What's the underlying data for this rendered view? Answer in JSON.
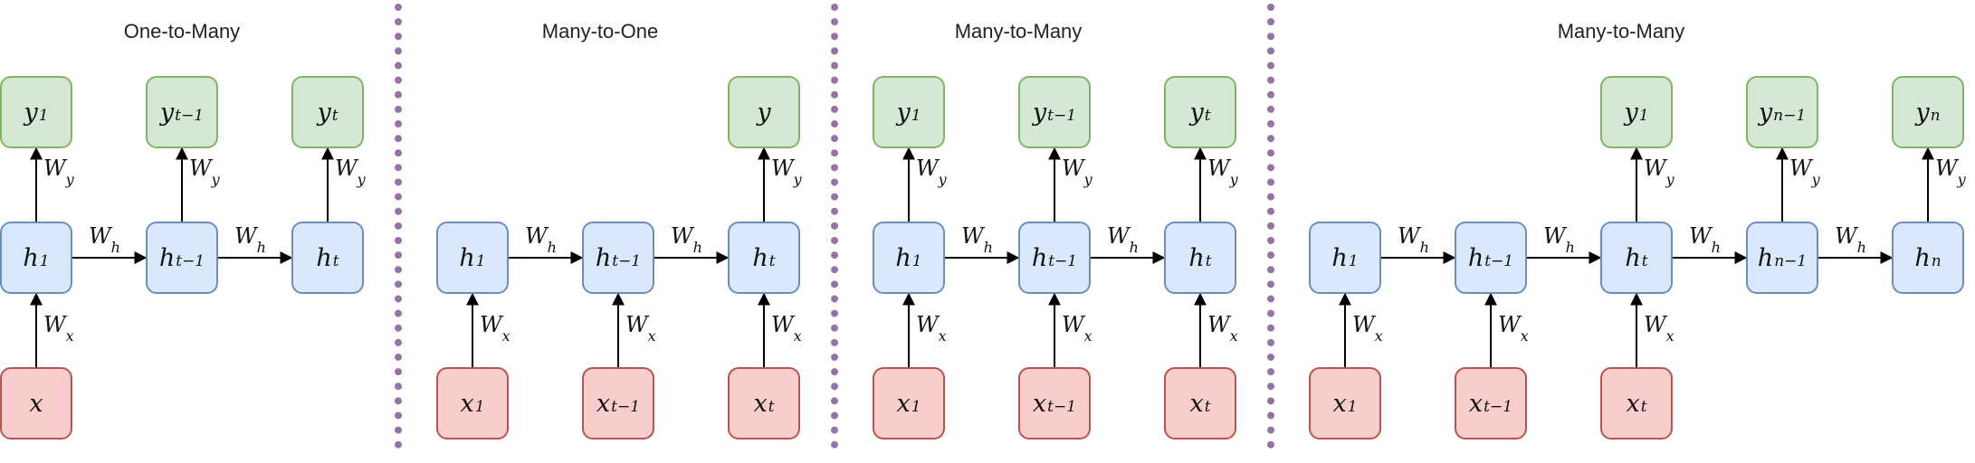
{
  "panels": [
    {
      "title": "One-to-Many",
      "outputs": [
        {
          "base": "y",
          "sub": "1",
          "col": 0
        },
        {
          "base": "y",
          "sub": "t−1",
          "col": 1
        },
        {
          "base": "y",
          "sub": "t",
          "col": 2
        }
      ],
      "hidden": [
        {
          "base": "h",
          "sub": "1",
          "col": 0
        },
        {
          "base": "h",
          "sub": "t−1",
          "col": 1
        },
        {
          "base": "h",
          "sub": "t",
          "col": 2
        }
      ],
      "inputs": [
        {
          "base": "x",
          "sub": "",
          "col": 0
        }
      ]
    },
    {
      "title": "Many-to-One",
      "outputs": [
        {
          "base": "y",
          "sub": "",
          "col": 2
        }
      ],
      "hidden": [
        {
          "base": "h",
          "sub": "1",
          "col": 0
        },
        {
          "base": "h",
          "sub": "t−1",
          "col": 1
        },
        {
          "base": "h",
          "sub": "t",
          "col": 2
        }
      ],
      "inputs": [
        {
          "base": "x",
          "sub": "1",
          "col": 0
        },
        {
          "base": "x",
          "sub": "t−1",
          "col": 1
        },
        {
          "base": "x",
          "sub": "t",
          "col": 2
        }
      ]
    },
    {
      "title": "Many-to-Many",
      "outputs": [
        {
          "base": "y",
          "sub": "1",
          "col": 0
        },
        {
          "base": "y",
          "sub": "t−1",
          "col": 1
        },
        {
          "base": "y",
          "sub": "t",
          "col": 2
        }
      ],
      "hidden": [
        {
          "base": "h",
          "sub": "1",
          "col": 0
        },
        {
          "base": "h",
          "sub": "t−1",
          "col": 1
        },
        {
          "base": "h",
          "sub": "t",
          "col": 2
        }
      ],
      "inputs": [
        {
          "base": "x",
          "sub": "1",
          "col": 0
        },
        {
          "base": "x",
          "sub": "t−1",
          "col": 1
        },
        {
          "base": "x",
          "sub": "t",
          "col": 2
        }
      ]
    },
    {
      "title": "Many-to-Many",
      "outputs": [
        {
          "base": "y",
          "sub": "1",
          "col": 2
        },
        {
          "base": "y",
          "sub": "n−1",
          "col": 3
        },
        {
          "base": "y",
          "sub": "n",
          "col": 4
        }
      ],
      "hidden": [
        {
          "base": "h",
          "sub": "1",
          "col": 0
        },
        {
          "base": "h",
          "sub": "t−1",
          "col": 1
        },
        {
          "base": "h",
          "sub": "t",
          "col": 2
        },
        {
          "base": "h",
          "sub": "n−1",
          "col": 3
        },
        {
          "base": "h",
          "sub": "n",
          "col": 4
        }
      ],
      "inputs": [
        {
          "base": "x",
          "sub": "1",
          "col": 0
        },
        {
          "base": "x",
          "sub": "t−1",
          "col": 1
        },
        {
          "base": "x",
          "sub": "t",
          "col": 2
        }
      ]
    }
  ],
  "weights": {
    "output": {
      "base": "W",
      "sub": "y"
    },
    "hidden": {
      "base": "W",
      "sub": "h"
    },
    "input": {
      "base": "W",
      "sub": "x"
    }
  },
  "colors": {
    "output_fill": "#d5e8d4",
    "output_stroke": "#82b366",
    "hidden_fill": "#dae8fc",
    "hidden_stroke": "#6c8ebf",
    "input_fill": "#f8cecc",
    "input_stroke": "#b85450",
    "divider": "#9673a6"
  }
}
